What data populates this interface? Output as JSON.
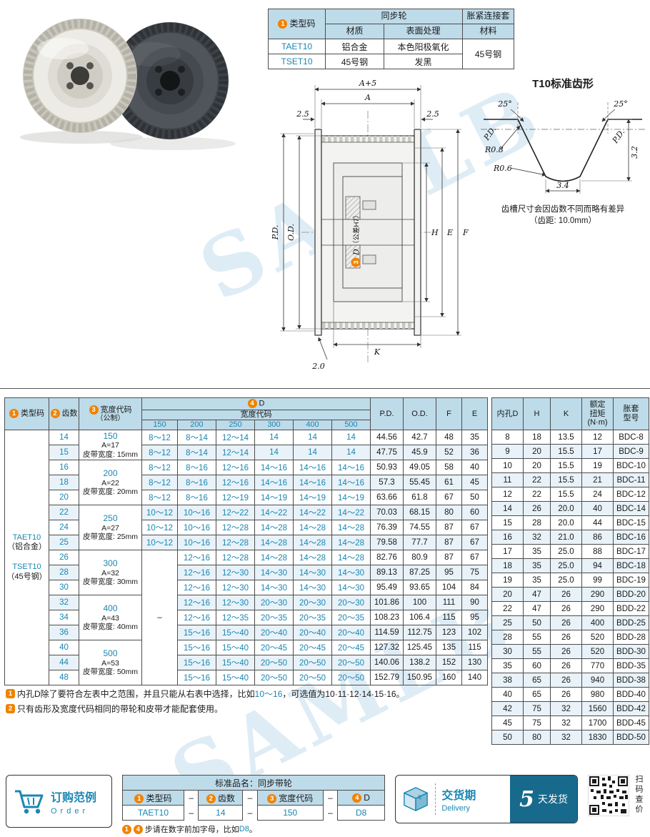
{
  "watermark": {
    "text": "SAMLB"
  },
  "colors": {
    "accent_teal": "#1b87b2",
    "badge_orange": "#f08300",
    "header_blue": "#bedbe9",
    "delivery_dark": "#176a8c"
  },
  "icons": {
    "order": "shopping-cart",
    "delivery": "package-box",
    "qr": "qr-code"
  },
  "spec_table": {
    "badge": "1",
    "type_code_header": "类型码",
    "sync_wheel_header": "同步轮",
    "material_header": "材质",
    "surface_header": "表面处理",
    "sleeve_header": "胀紧连接套",
    "sleeve_material_header": "材料",
    "rows": [
      {
        "code": "TAET10",
        "material": "铝合金",
        "surface": "本色阳极氧化"
      },
      {
        "code": "TSET10",
        "material": "45号钢",
        "surface": "发黑"
      }
    ],
    "sleeve_material_value": "45号钢"
  },
  "drawing": {
    "dim_a_plus_5": "A+5",
    "dim_a": "A",
    "dim_2_5_left": "2.5",
    "dim_2_5_right": "2.5",
    "dim_pd": "P.D.",
    "dim_od": "O.D.",
    "bore_badge": "3",
    "bore_label": "D",
    "bore_tolerance": "（公差H7）",
    "dim_h": "H",
    "dim_e": "E",
    "dim_f": "F",
    "dim_k": "K",
    "dim_2_0": "2.0"
  },
  "tooth_profile": {
    "title": "T10标准齿形",
    "angle_left": "25°",
    "angle_right": "25°",
    "radius_top": "R0.8",
    "radius_bottom": "R0.6",
    "width_dim": "3.4",
    "height_dim": "3.2",
    "pitch_label_left": "P.D.",
    "pitch_label_right": "P.D.",
    "note_line1": "齿槽尺寸会因齿数不同而略有差异",
    "note_line2": "（齿距: 10.0mm）"
  },
  "main_table": {
    "headers": {
      "type_code": {
        "badge": "1",
        "label": "类型码"
      },
      "teeth": {
        "badge": "2",
        "label": "齿数"
      },
      "width_code": {
        "badge": "3",
        "label": "宽度代码",
        "label2": "（公制）"
      },
      "d": {
        "badge": "4",
        "label": "D"
      },
      "d_sub": "宽度代码",
      "d_cols": [
        "150",
        "200",
        "250",
        "300",
        "400",
        "500"
      ],
      "pd": "P.D.",
      "od": "O.D.",
      "f": "F",
      "e": "E"
    },
    "type_codes": [
      {
        "code": "TAET10",
        "material": "（铝合金）"
      },
      {
        "code": "TSET10",
        "material": "（45号钢）"
      }
    ],
    "width_groups": [
      {
        "code": "150",
        "a": "A=17",
        "belt": "皮带宽度: 15mm",
        "rows": 2
      },
      {
        "code": "200",
        "a": "A=22",
        "belt": "皮带宽度: 20mm",
        "rows": 3
      },
      {
        "code": "250",
        "a": "A=27",
        "belt": "皮带宽度: 25mm",
        "rows": 3
      },
      {
        "code": "300",
        "a": "A=32",
        "belt": "皮带宽度: 30mm",
        "rows": 3
      },
      {
        "code": "400",
        "a": "A=43",
        "belt": "皮带宽度: 40mm",
        "rows": 3
      },
      {
        "code": "500",
        "a": "A=53",
        "belt": "皮带宽度: 50mm",
        "rows": 3
      }
    ],
    "dash": "–",
    "dash_start_index": 8,
    "rows": [
      {
        "teeth": "14",
        "d": [
          "8～12",
          "8～14",
          "12～14",
          "14",
          "14",
          "14"
        ],
        "pd": "44.56",
        "od": "42.7",
        "f": "48",
        "e": "35"
      },
      {
        "teeth": "15",
        "d": [
          "8～12",
          "8～14",
          "12～14",
          "14",
          "14",
          "14"
        ],
        "pd": "47.75",
        "od": "45.9",
        "f": "52",
        "e": "36"
      },
      {
        "teeth": "16",
        "d": [
          "8～12",
          "8～16",
          "12～16",
          "14～16",
          "14～16",
          "14～16"
        ],
        "pd": "50.93",
        "od": "49.05",
        "f": "58",
        "e": "40"
      },
      {
        "teeth": "18",
        "d": [
          "8～12",
          "8～16",
          "12～16",
          "14～16",
          "14～16",
          "14～16"
        ],
        "pd": "57.3",
        "od": "55.45",
        "f": "61",
        "e": "45"
      },
      {
        "teeth": "20",
        "d": [
          "8～12",
          "8～16",
          "12～19",
          "14～19",
          "14～19",
          "14～19"
        ],
        "pd": "63.66",
        "od": "61.8",
        "f": "67",
        "e": "50"
      },
      {
        "teeth": "22",
        "d": [
          "10～12",
          "10～16",
          "12～22",
          "14～22",
          "14～22",
          "14～22"
        ],
        "pd": "70.03",
        "od": "68.15",
        "f": "80",
        "e": "60"
      },
      {
        "teeth": "24",
        "d": [
          "10～12",
          "10～16",
          "12～28",
          "14～28",
          "14～28",
          "14～28"
        ],
        "pd": "76.39",
        "od": "74.55",
        "f": "87",
        "e": "67"
      },
      {
        "teeth": "25",
        "d": [
          "10～12",
          "10～16",
          "12～28",
          "14～28",
          "14～28",
          "14～28"
        ],
        "pd": "79.58",
        "od": "77.7",
        "f": "87",
        "e": "67"
      },
      {
        "teeth": "26",
        "d": [
          "12～16",
          "12～28",
          "14～28",
          "14～28",
          "14～28"
        ],
        "pd": "82.76",
        "od": "80.9",
        "f": "87",
        "e": "67"
      },
      {
        "teeth": "28",
        "d": [
          "12～16",
          "12～30",
          "14～30",
          "14～30",
          "14～30"
        ],
        "pd": "89.13",
        "od": "87.25",
        "f": "95",
        "e": "75"
      },
      {
        "teeth": "30",
        "d": [
          "12～16",
          "12～30",
          "14～30",
          "14～30",
          "14～30"
        ],
        "pd": "95.49",
        "od": "93.65",
        "f": "104",
        "e": "84"
      },
      {
        "teeth": "32",
        "d": [
          "12～16",
          "12～30",
          "20～30",
          "20～30",
          "20～30"
        ],
        "pd": "101.86",
        "od": "100",
        "f": "111",
        "e": "90"
      },
      {
        "teeth": "34",
        "d": [
          "12～16",
          "12～35",
          "20～35",
          "20～35",
          "20～35"
        ],
        "pd": "108.23",
        "od": "106.4",
        "f": "115",
        "e": "95"
      },
      {
        "teeth": "36",
        "d": [
          "15～16",
          "15～40",
          "20～40",
          "20～40",
          "20～40"
        ],
        "pd": "114.59",
        "od": "112.75",
        "f": "123",
        "e": "102"
      },
      {
        "teeth": "40",
        "d": [
          "15～16",
          "15～40",
          "20～45",
          "20～45",
          "20～45"
        ],
        "pd": "127.32",
        "od": "125.45",
        "f": "135",
        "e": "115"
      },
      {
        "teeth": "44",
        "d": [
          "15～16",
          "15～40",
          "20～50",
          "20～50",
          "20～50"
        ],
        "pd": "140.06",
        "od": "138.2",
        "f": "152",
        "e": "130"
      },
      {
        "teeth": "48",
        "d": [
          "15～16",
          "15～40",
          "20～50",
          "20～50",
          "20～50"
        ],
        "pd": "152.79",
        "od": "150.95",
        "f": "160",
        "e": "140"
      }
    ]
  },
  "bore_table": {
    "headers": [
      "内孔D",
      "H",
      "K",
      "额定\n扭矩\n(N·m)",
      "胀套\n型号"
    ],
    "rows": [
      [
        "8",
        "18",
        "13.5",
        "12",
        "BDC-8"
      ],
      [
        "9",
        "20",
        "15.5",
        "17",
        "BDC-9"
      ],
      [
        "10",
        "20",
        "15.5",
        "19",
        "BDC-10"
      ],
      [
        "11",
        "22",
        "15.5",
        "21",
        "BDC-11"
      ],
      [
        "12",
        "22",
        "15.5",
        "24",
        "BDC-12"
      ],
      [
        "14",
        "26",
        "20.0",
        "40",
        "BDC-14"
      ],
      [
        "15",
        "28",
        "20.0",
        "44",
        "BDC-15"
      ],
      [
        "16",
        "32",
        "21.0",
        "86",
        "BDC-16"
      ],
      [
        "17",
        "35",
        "25.0",
        "88",
        "BDC-17"
      ],
      [
        "18",
        "35",
        "25.0",
        "94",
        "BDC-18"
      ],
      [
        "19",
        "35",
        "25.0",
        "99",
        "BDC-19"
      ],
      [
        "20",
        "47",
        "26",
        "290",
        "BDD-20"
      ],
      [
        "22",
        "47",
        "26",
        "290",
        "BDD-22"
      ],
      [
        "25",
        "50",
        "26",
        "400",
        "BDD-25"
      ],
      [
        "28",
        "55",
        "26",
        "520",
        "BDD-28"
      ],
      [
        "30",
        "55",
        "26",
        "520",
        "BDD-30"
      ],
      [
        "35",
        "60",
        "26",
        "770",
        "BDD-35"
      ],
      [
        "38",
        "65",
        "26",
        "940",
        "BDD-38"
      ],
      [
        "40",
        "65",
        "26",
        "980",
        "BDD-40"
      ],
      [
        "42",
        "75",
        "32",
        "1560",
        "BDD-42"
      ],
      [
        "45",
        "75",
        "32",
        "1700",
        "BDD-45"
      ],
      [
        "50",
        "80",
        "32",
        "1830",
        "BDD-50"
      ]
    ]
  },
  "notes": [
    {
      "badge": "1",
      "segments": [
        {
          "t": "内孔D除了要符合左表中之范围，并且只能从右表中选择，比如"
        },
        {
          "t": "10～16",
          "hl": true
        },
        {
          "t": "，可选值为10·11·12·14·15·16。"
        }
      ]
    },
    {
      "badge": "2",
      "segments": [
        {
          "t": "只有齿形及宽度代码相同的带轮和皮带才能配套使用。"
        }
      ]
    }
  ],
  "order": {
    "title_cn": "订购范例",
    "title_en": "Order",
    "table": {
      "title": "标准品名：同步带轮",
      "separator": "–",
      "columns": [
        {
          "badge": "1",
          "label": "类型码",
          "value": "TAET10"
        },
        {
          "badge": "2",
          "label": "齿数",
          "value": "14"
        },
        {
          "badge": "3",
          "label": "宽度代码",
          "value": "150"
        },
        {
          "badge": "4",
          "label": "D",
          "value": "D8"
        }
      ]
    },
    "note": {
      "badges": [
        "1",
        "4"
      ],
      "segments": [
        {
          "t": "步请在数字前加字母，比如"
        },
        {
          "t": "D8",
          "hl": true
        },
        {
          "t": "。"
        }
      ]
    },
    "delivery": {
      "label_cn": "交货期",
      "label_en": "Delivery",
      "days": "5",
      "unit": "天发货"
    },
    "qr_label": "扫码查价"
  }
}
